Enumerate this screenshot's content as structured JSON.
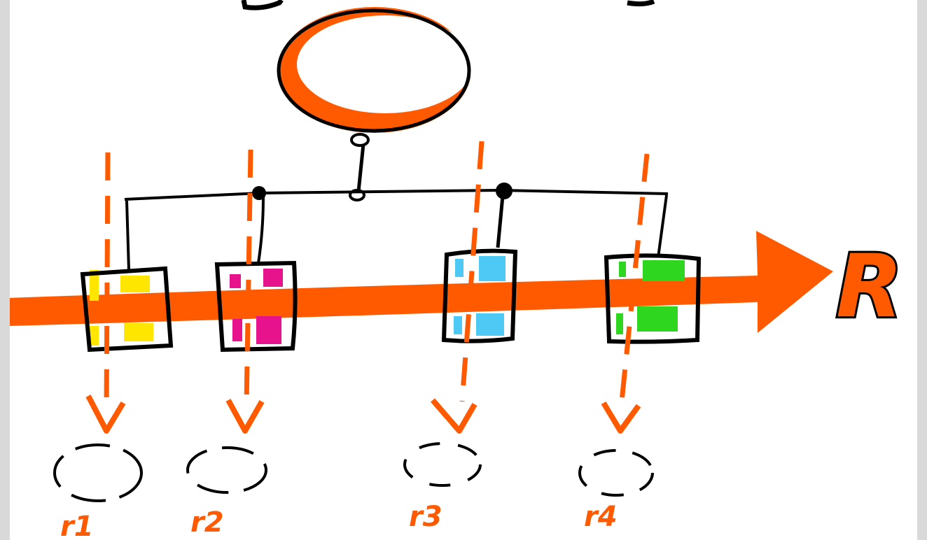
{
  "diagram": {
    "colors": {
      "accent": "#ff5a00",
      "ink": "#000000",
      "yellow": "#ffe600",
      "magenta": "#e6138c",
      "cyan": "#4ec8f4",
      "green": "#2fd61f",
      "background": "#ffffff",
      "margin": "#d9d9d9"
    },
    "arrow_label": "R",
    "outputs": [
      {
        "label": "r1",
        "color": "yellow"
      },
      {
        "label": "r2",
        "color": "magenta"
      },
      {
        "label": "r3",
        "color": "cyan"
      },
      {
        "label": "r4",
        "color": "green"
      }
    ]
  }
}
